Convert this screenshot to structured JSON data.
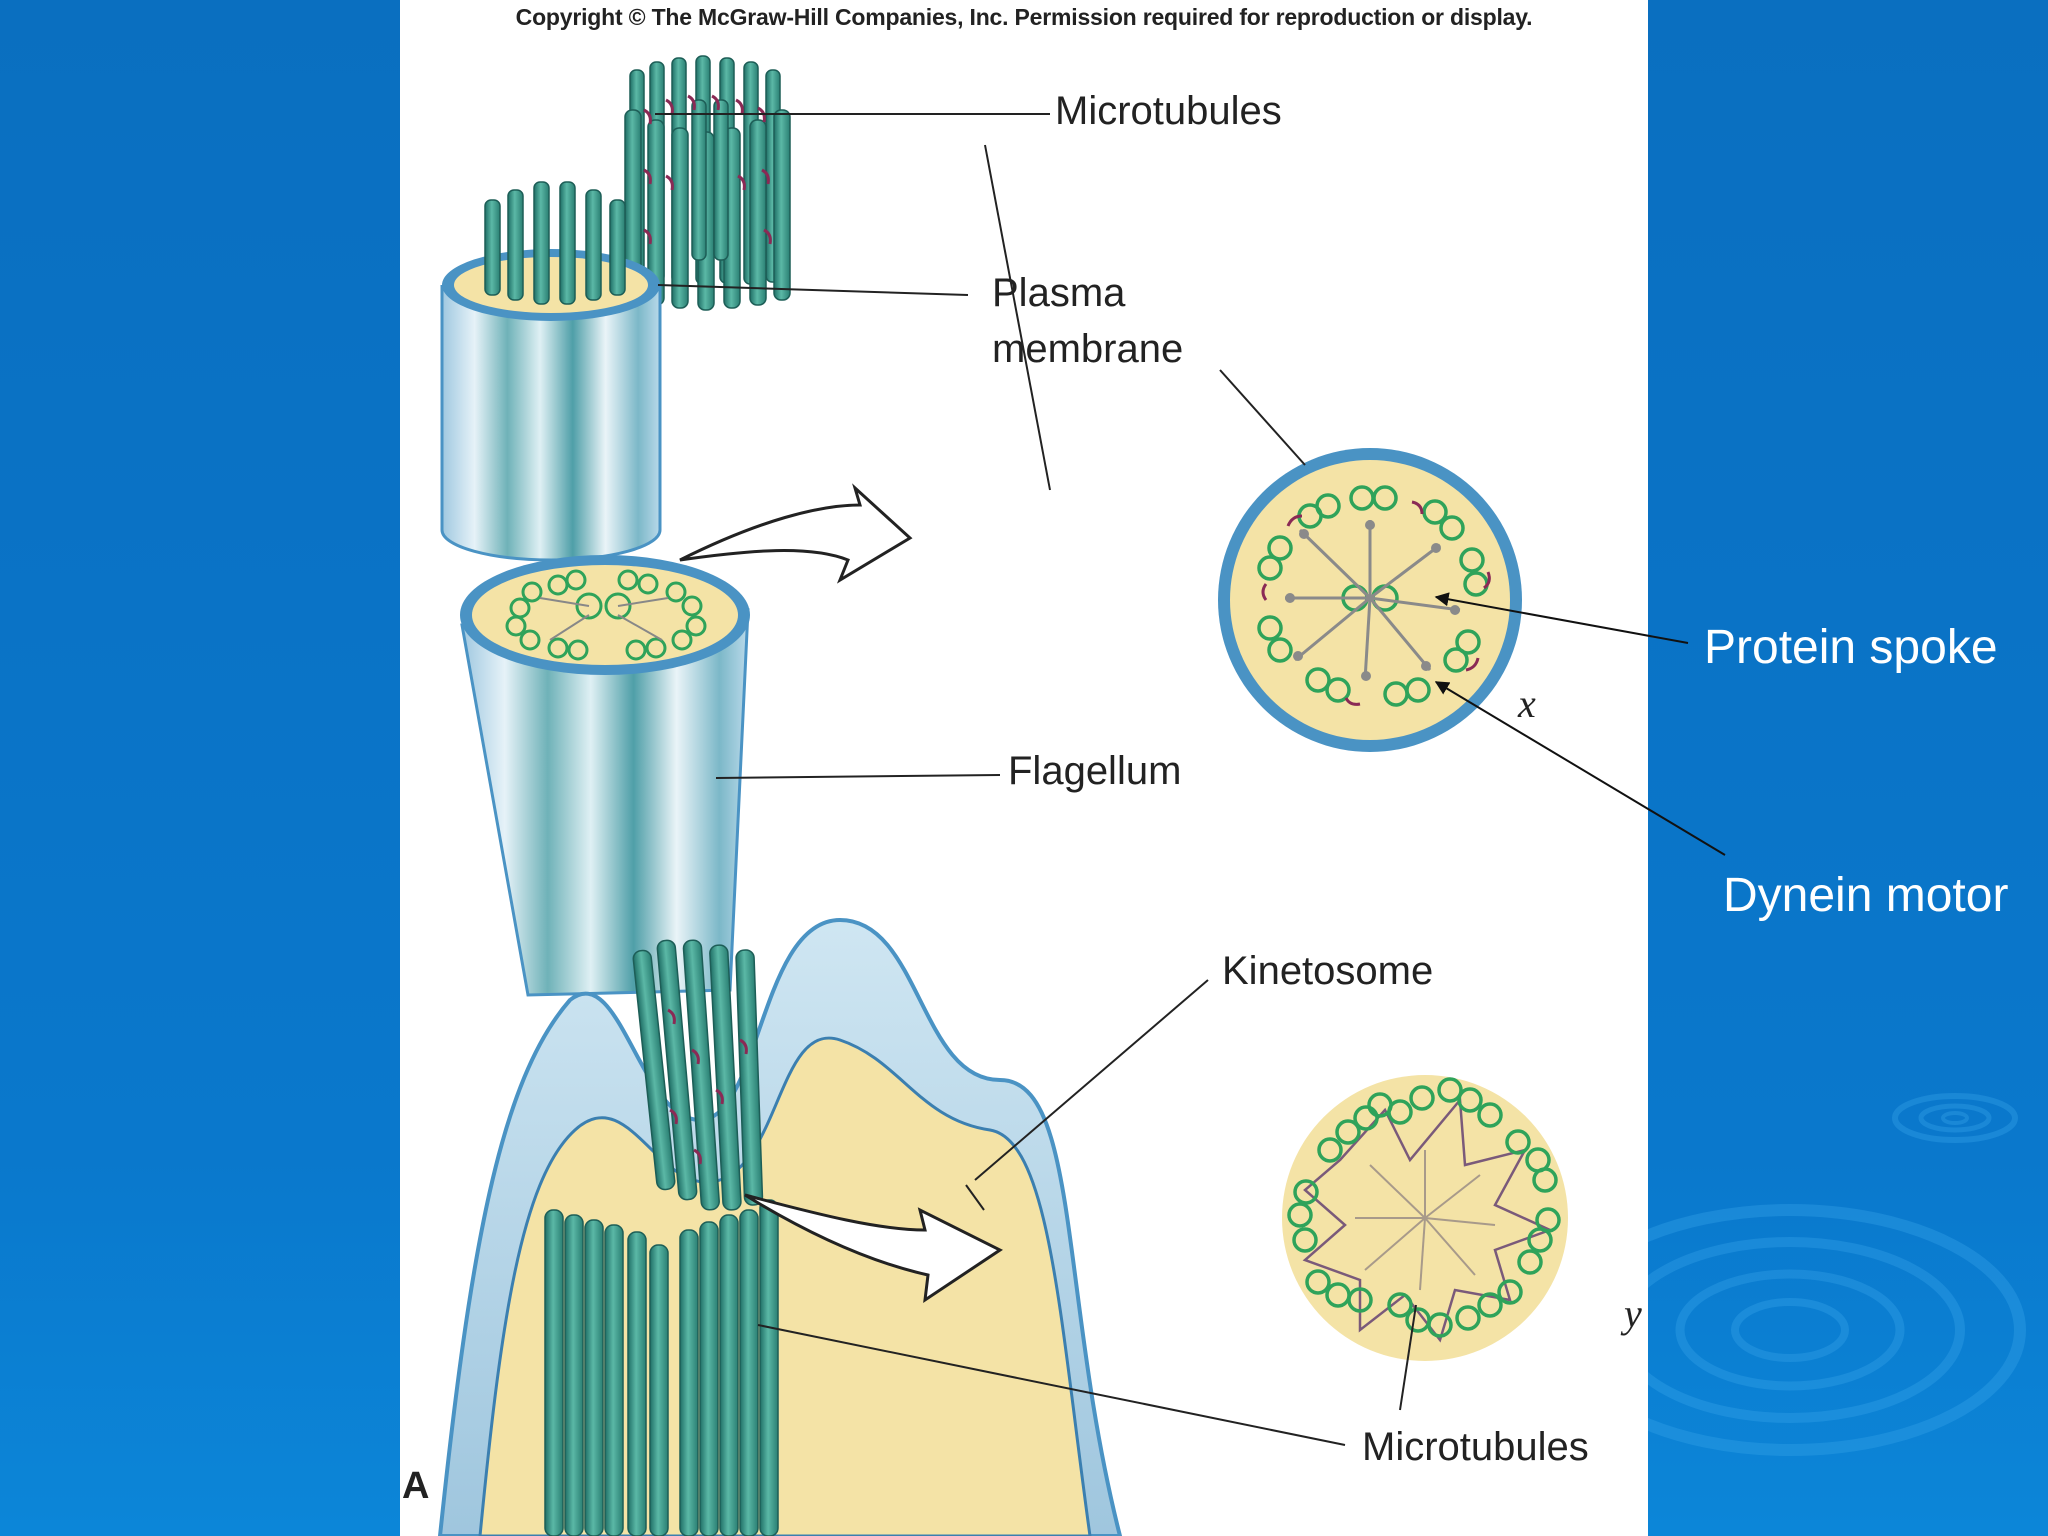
{
  "copyright": "Copyright © The McGraw-Hill Companies, Inc. Permission required for reproduction or display.",
  "labels": {
    "microtubules_top": "Microtubules",
    "plasma_line1": "Plasma",
    "plasma_line2": "membrane",
    "flagellum": "Flagellum",
    "kinetosome": "Kinetosome",
    "microtubules_bottom": "Microtubules",
    "section_x": "x",
    "section_y": "y",
    "panel_letter": "A"
  },
  "annotations": {
    "protein_spoke": "Protein spoke",
    "dynein_motor": "Dynein motor"
  },
  "colors": {
    "background": "#0a72c4",
    "tubule": "#3fa090",
    "membrane_blue": "#4a93c4",
    "cytoplasm": "#f4e3a6",
    "ring_green": "#2fa35a",
    "dynein_arm": "#8a2a55"
  }
}
